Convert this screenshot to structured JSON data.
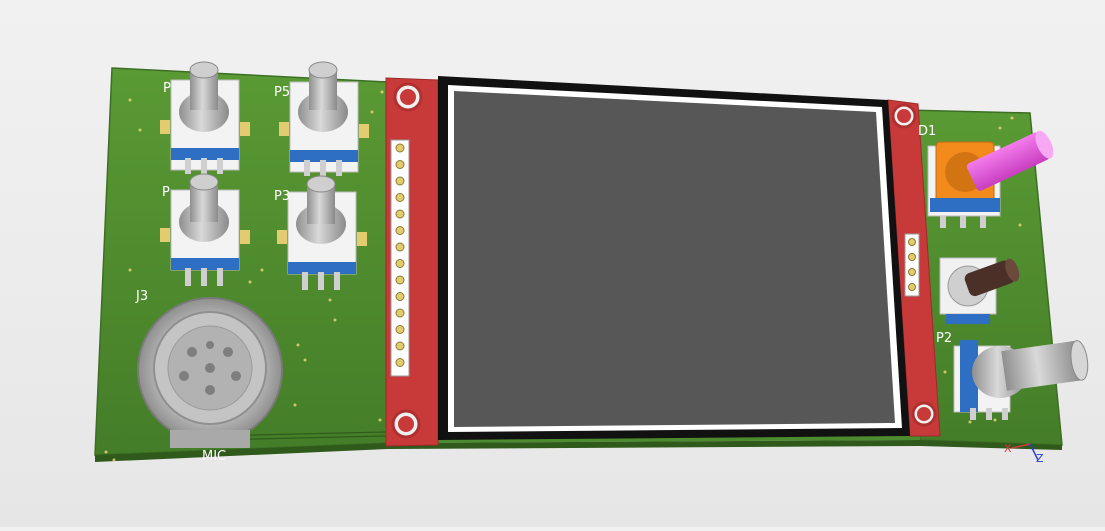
{
  "board": {
    "labels": {
      "p_top_left": "P",
      "p5": "P5",
      "p_mid_left": "P",
      "p3": "P3",
      "j3": "J3",
      "mic": "MIC",
      "d1": "D1",
      "p2": "P2"
    }
  },
  "axes": {
    "x": "X",
    "z": "Z"
  },
  "colors": {
    "pcb": "#4b8a2e",
    "pcb_edge": "#3c6f25",
    "display_frame": "#c83a3a",
    "lcd_screen": "#575757",
    "pot_knob": "#b4b4b4",
    "encoder_shaft": "#e64cdc",
    "led_body": "#f28a1c",
    "axis_x": "#d43a3a",
    "axis_z": "#2a3fd4"
  },
  "icons": {
    "potentiometer": "rotary-potentiometer-icon",
    "encoder": "rotary-encoder-icon",
    "connector": "mic-connector-icon",
    "axis": "axis-triad-icon"
  }
}
